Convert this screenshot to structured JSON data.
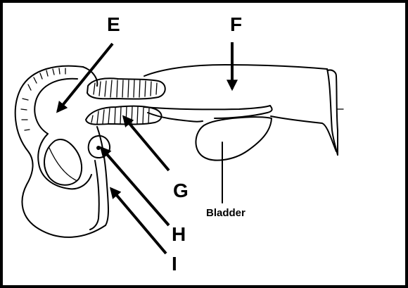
{
  "labels": {
    "E": "E",
    "F": "F",
    "G": "G",
    "H": "H",
    "I": "I",
    "bladder": "Bladder"
  }
}
